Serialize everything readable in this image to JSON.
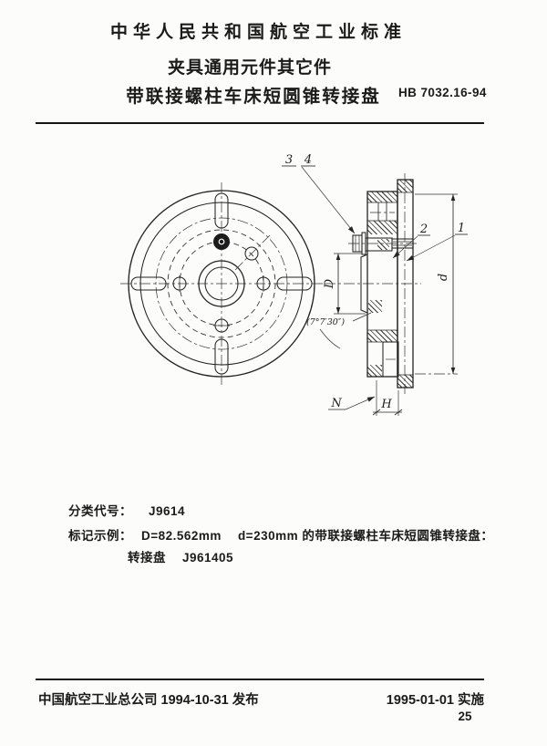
{
  "header": {
    "standard_title": "中华人民共和国航空工业标准",
    "subtitle_line1": "夹具通用元件其它件",
    "subtitle_line2": "带联接螺柱车床短圆锥转接盘",
    "standard_number": "HB 7032.16-94"
  },
  "drawing": {
    "labels": {
      "part1": "1",
      "part2": "2",
      "part3": "3",
      "part4": "4",
      "dim_D": "D",
      "dim_d": "d",
      "dim_H": "H",
      "dim_N": "N",
      "taper_angle": "(7°7′30″)"
    }
  },
  "details": {
    "class_code_label": "分类代号：",
    "class_code_value": "J9614",
    "example_label": "标记示例：",
    "example_dim_D": "D=82.562mm",
    "example_dim_d": "d=230mm",
    "example_text": "的带联接螺柱车床短圆锥转接盘：",
    "example_part_name": "转接盘",
    "example_part_code": "J961405"
  },
  "footer": {
    "publisher": "中国航空工业总公司",
    "issue_date": "1994-10-31",
    "issue_verb": "发布",
    "implementation_date": "1995-01-01",
    "implementation_verb": "实施",
    "page_number": "25"
  }
}
